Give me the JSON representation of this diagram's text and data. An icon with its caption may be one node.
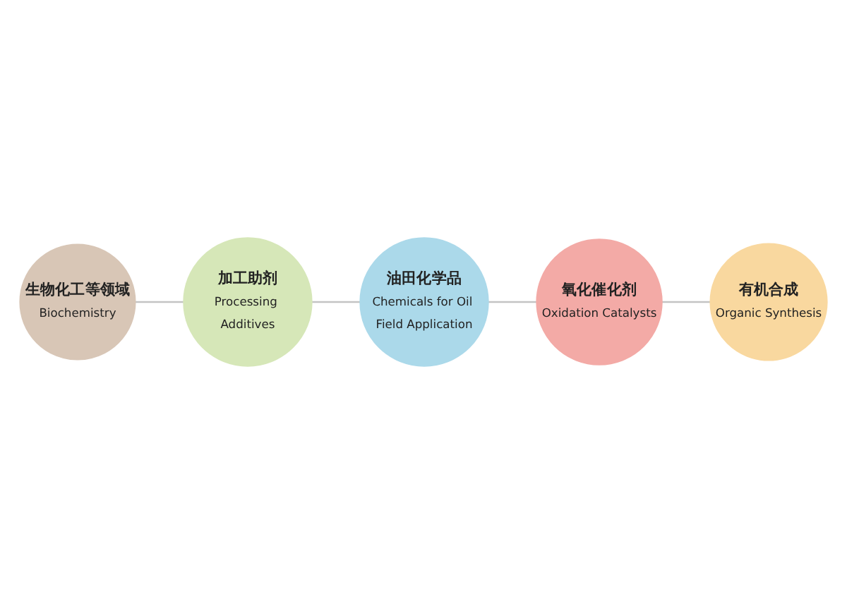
{
  "diagram": {
    "nodes": [
      {
        "text": [
          "有机合成",
          "Organic Synthesis"
        ]
      },
      {
        "text": [
          "氧化催化剂",
          "Oxidation Catalysts"
        ]
      },
      {
        "text": [
          "油田化学品",
          "Chemicals for Oil Field Application"
        ]
      },
      {
        "text": [
          "加工助剂",
          "Processing Additives"
        ]
      },
      {
        "text": [
          "生物化工等领域",
          "Biochemistry"
        ]
      }
    ],
    "edges": [
      {
        "from": 0,
        "to": 1,
        "arrow": "none"
      },
      {
        "from": 1,
        "to": 2,
        "arrow": "none"
      },
      {
        "from": 2,
        "to": 3,
        "arrow": "none"
      },
      {
        "from": 3,
        "to": 4,
        "arrow": "none"
      }
    ]
  }
}
